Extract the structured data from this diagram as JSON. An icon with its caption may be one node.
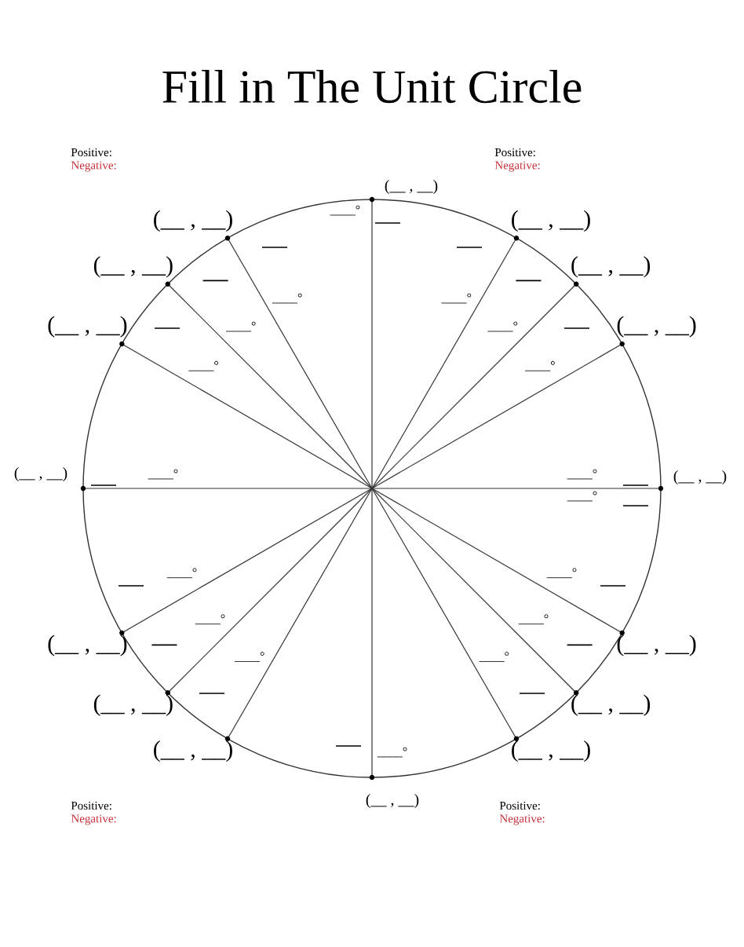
{
  "diagram": {
    "title": "Fill in The Unit Circle",
    "labels": [
      "Positive:",
      "Negative:",
      "Positive:",
      "Negative:",
      "(__ , __)",
      "(__ , __)",
      "(__ , __)",
      "(__ , __)",
      "(__ , __)",
      "(__ , __)",
      "(__ , __)",
      "(__ , __)",
      "(__ , __)",
      "(__ , __)",
      "(__ , __)",
      "(__ , __)",
      "(__ , __)",
      "(__ , __)",
      "(__ , __)",
      "(__ , __)",
      "____°",
      "____°",
      "____°",
      "____°",
      "____°",
      "____°",
      "____°",
      "____°",
      "____°",
      "____°",
      "____°",
      "____°",
      "____°",
      "____°",
      "____°",
      "____°",
      "____°",
      "Positive:",
      "Negative:",
      "Positive:",
      "Negative:"
    ]
  }
}
